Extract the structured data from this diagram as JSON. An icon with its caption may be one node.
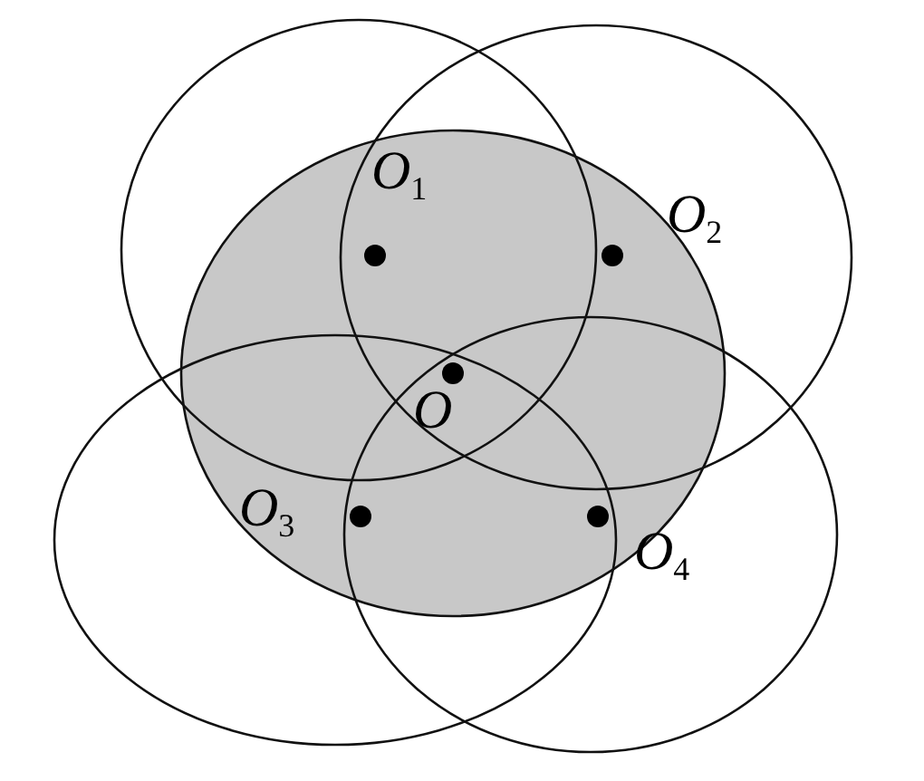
{
  "diagram": {
    "nodes": [
      {
        "text": [],
        "shape": "circle"
      },
      {
        "text": [],
        "shape": "circle"
      },
      {
        "text": [],
        "shape": "ellipse"
      },
      {
        "text": [],
        "shape": "circle"
      },
      {
        "text": [],
        "shape": "circle"
      }
    ],
    "labels": [
      "*O*$_{1}$",
      "*O*$_{2}$",
      "*O*",
      "*O*$_{3}$",
      "*O*$_{4}$"
    ]
  }
}
